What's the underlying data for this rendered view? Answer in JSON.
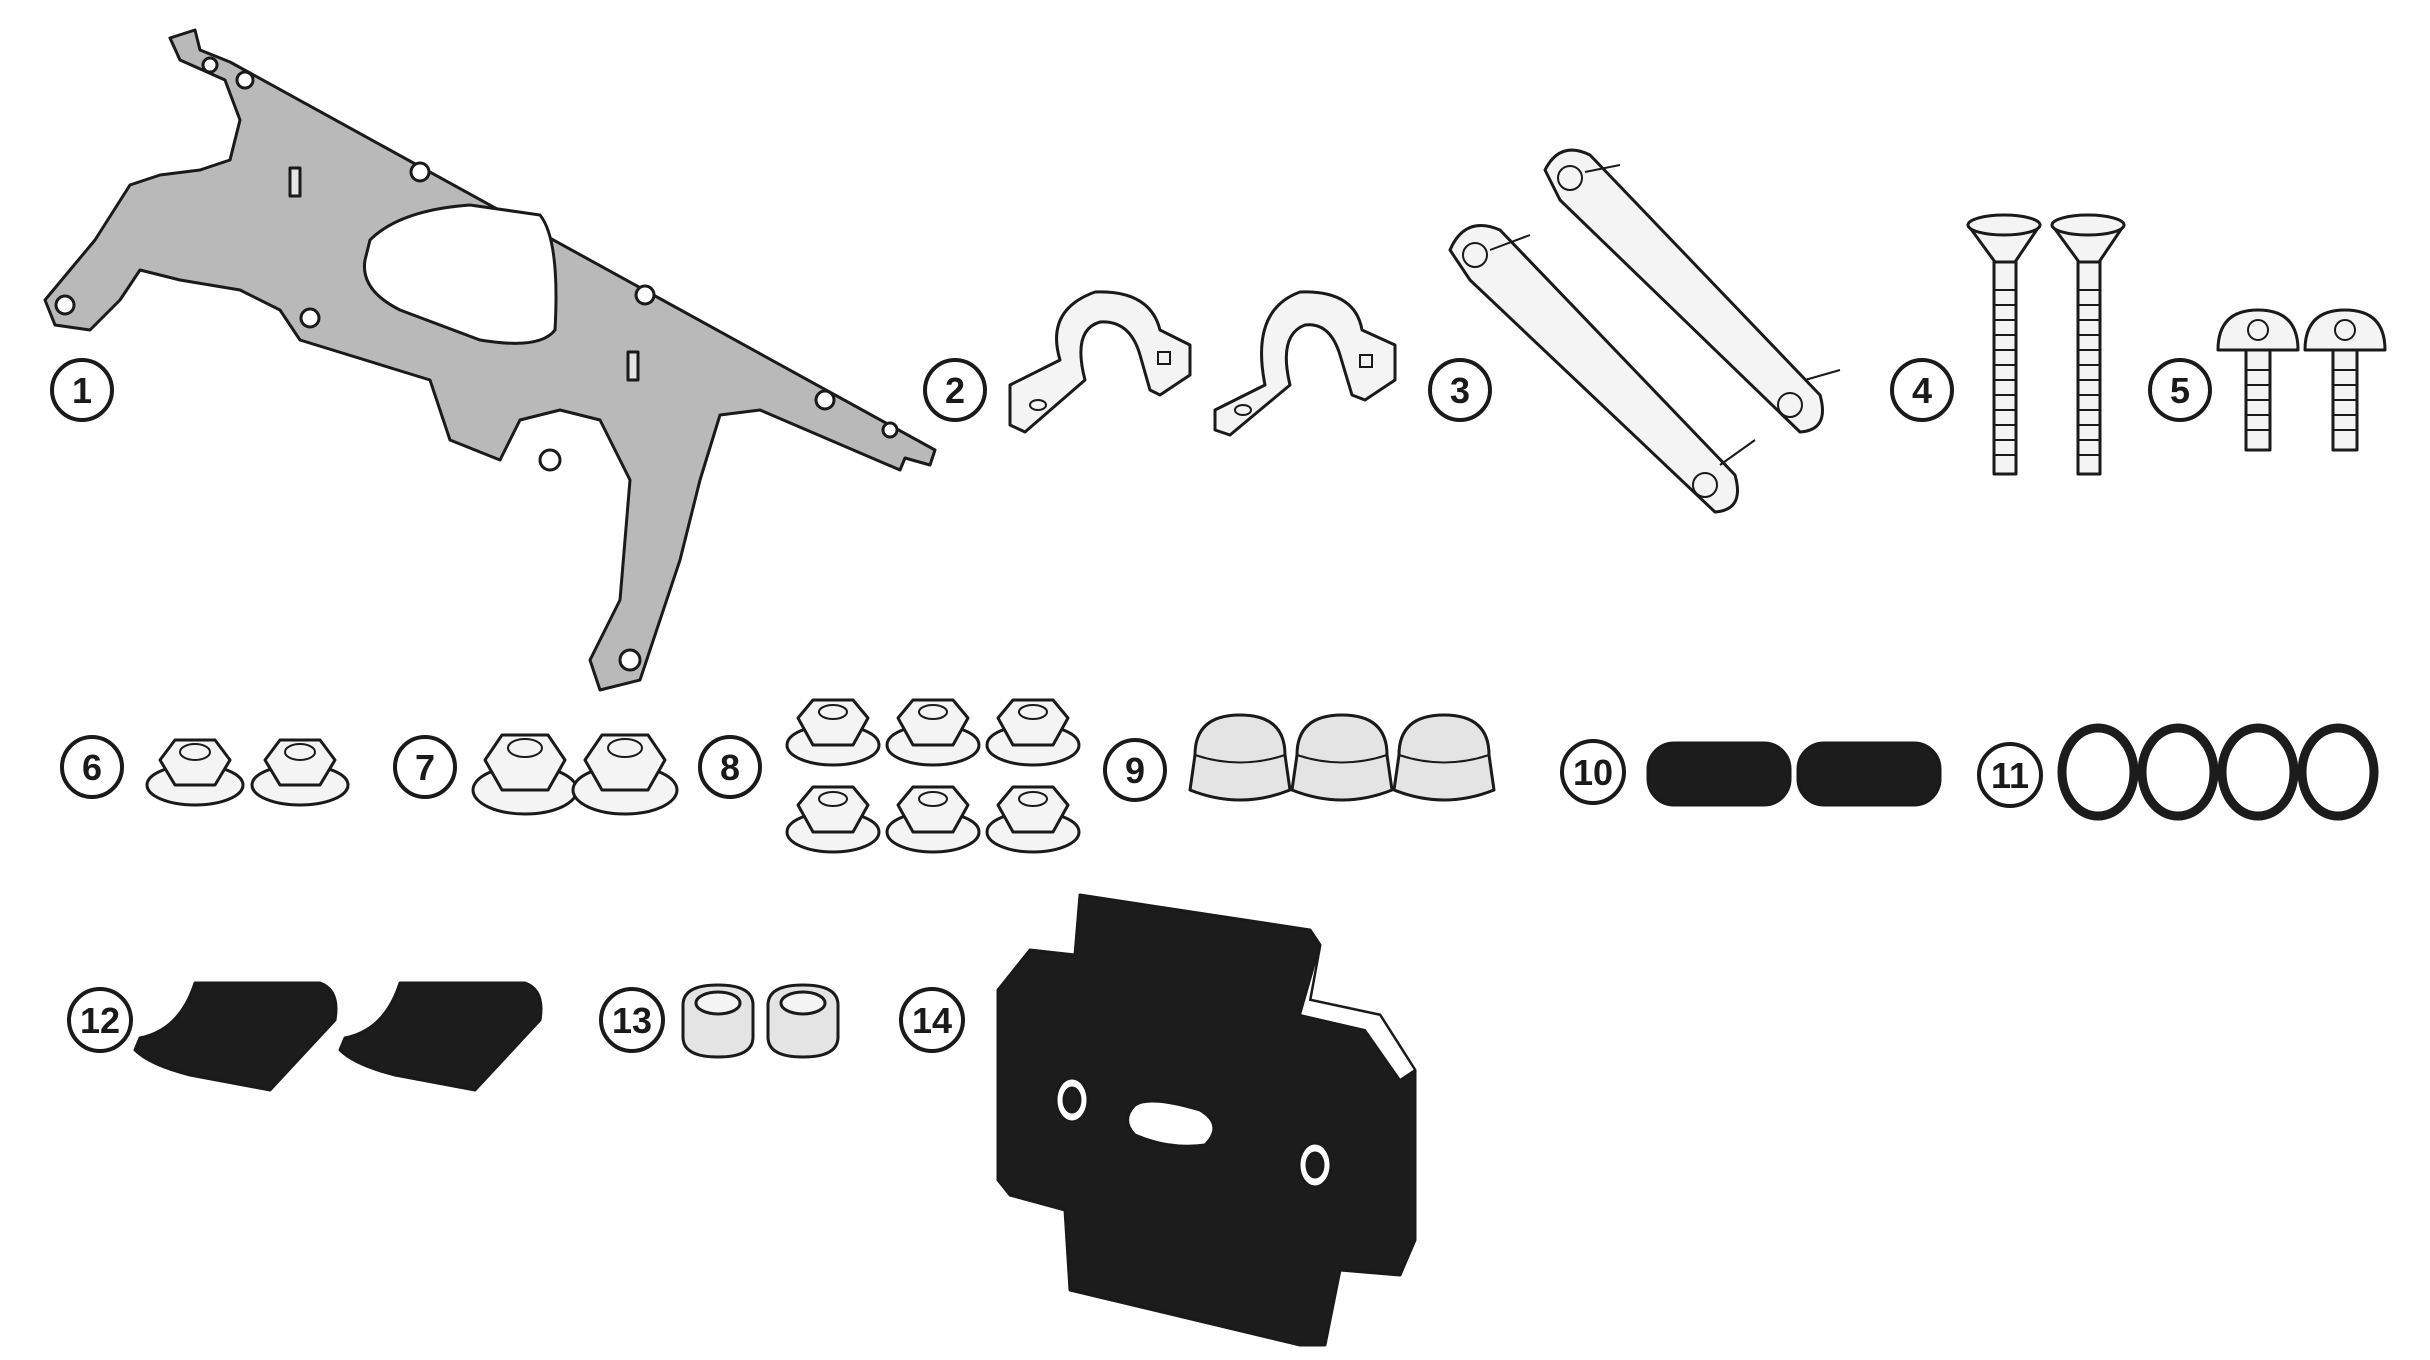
{
  "title": "",
  "parts": [
    {
      "number": "1"
    },
    {
      "number": "2"
    },
    {
      "number": "3"
    },
    {
      "number": "4"
    },
    {
      "number": "5"
    },
    {
      "number": "6"
    },
    {
      "number": "7"
    },
    {
      "number": "8"
    },
    {
      "number": "9"
    },
    {
      "number": "10"
    },
    {
      "number": "11"
    },
    {
      "number": "12"
    },
    {
      "number": "13"
    },
    {
      "number": "14"
    }
  ],
  "colors": {
    "metal": "#b9b9b9",
    "light_metal": "#e4e4e4",
    "rubber": "#1c1c1c",
    "outline": "#1a1a1a"
  }
}
